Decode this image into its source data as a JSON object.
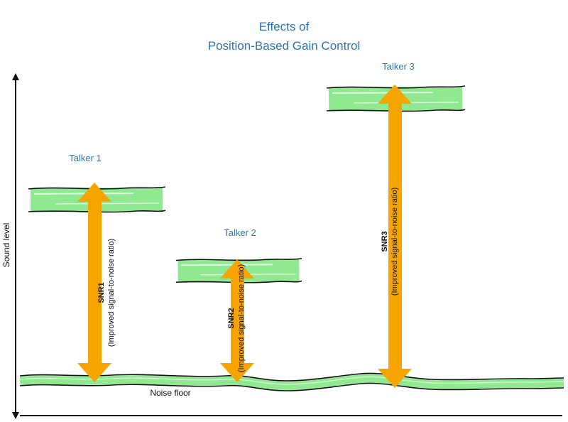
{
  "title": {
    "line1": "Effects of",
    "line2": "Position-Based Gain Control"
  },
  "y_axis": {
    "label": "Sound level"
  },
  "noise_floor": {
    "label": "Noise floor"
  },
  "talkers": [
    {
      "label": "Talker 1",
      "snr": "SNR1",
      "snr_sub": "(Improved signal-to-noise ratio)"
    },
    {
      "label": "Talker 2",
      "snr": "SNR2",
      "snr_sub": "(Improved signal-to-noise ratio)"
    },
    {
      "label": "Talker 3",
      "snr": "SNR3",
      "snr_sub": "(Improved signal-to-noise ratio)"
    }
  ],
  "colors": {
    "title_blue": "#2E74B5",
    "band_green": "#90E890",
    "arrow_orange": "#F5A400",
    "axis_black": "#111111"
  }
}
